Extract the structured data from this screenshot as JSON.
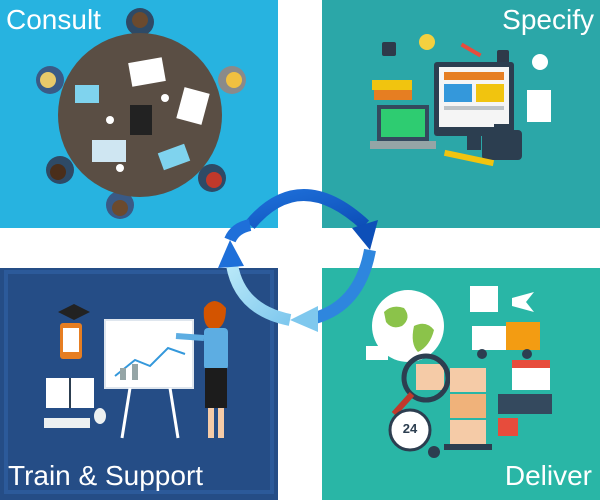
{
  "quadrants": {
    "consult": {
      "label": "Consult",
      "color": "#27b3e0"
    },
    "specify": {
      "label": "Specify",
      "color": "#2ba7a8"
    },
    "train": {
      "label": "Train & Support",
      "color": "#254d86"
    },
    "deliver": {
      "label": "Deliver",
      "color": "#29b6a6"
    }
  },
  "deliver_clock": "24",
  "icons": [
    "meeting-table-icon",
    "computer-desk-icon",
    "presentation-board-icon",
    "globe-logistics-icon",
    "cycle-arrows-icon"
  ]
}
